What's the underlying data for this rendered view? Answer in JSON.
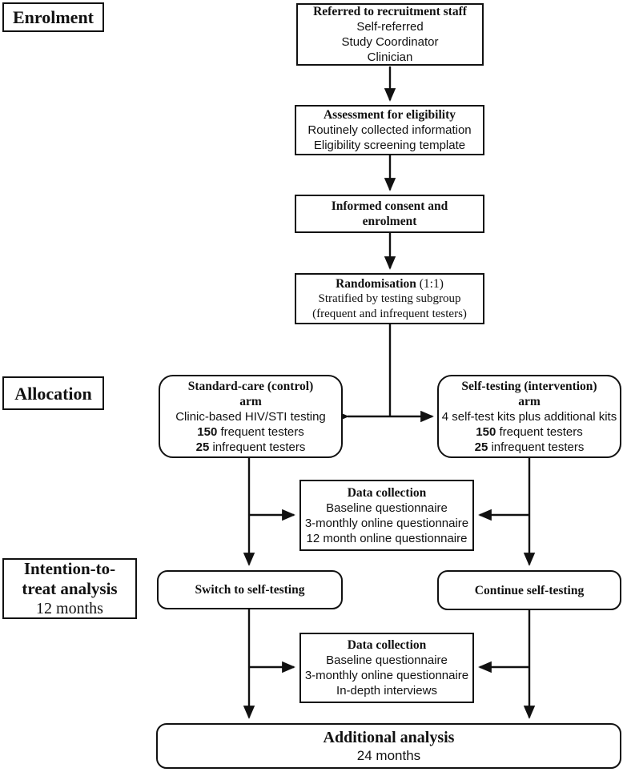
{
  "stage_labels": {
    "enrolment": "Enrolment",
    "allocation": "Allocation",
    "itt_line1": "Intention-to-",
    "itt_line2": "treat analysis",
    "itt_line3": "12 months"
  },
  "boxes": {
    "referred": {
      "title": "Referred to recruitment staff",
      "lines": [
        "Self-referred",
        "Study Coordinator",
        "Clinician"
      ]
    },
    "assessment": {
      "title": "Assessment for eligibility",
      "lines": [
        "Routinely collected information",
        "Eligibility screening template"
      ]
    },
    "consent": {
      "title": "Informed consent and enrolment"
    },
    "randomisation": {
      "title_bold": "Randomisation",
      "title_rest": " (1:1)",
      "lines": [
        "Stratified by testing subgroup",
        "(frequent and infrequent testers)"
      ]
    },
    "control_arm": {
      "title_line1": "Standard-care (control)",
      "title_line2": "arm",
      "line1": "Clinic-based HIV/STI testing",
      "count1_bold": "150",
      "count1_rest": " frequent testers",
      "count2_bold": "25",
      "count2_rest": " infrequent testers"
    },
    "intervention_arm": {
      "title_line1": "Self-testing (intervention)",
      "title_line2": "arm",
      "line1": "4 self-test kits plus additional kits",
      "count1_bold": "150",
      "count1_rest": " frequent testers",
      "count2_bold": "25",
      "count2_rest": " infrequent testers"
    },
    "data_collection_1": {
      "title": "Data collection",
      "lines": [
        "Baseline questionnaire",
        "3-monthly online questionnaire",
        "12 month online questionnaire"
      ]
    },
    "switch_box": {
      "title": "Switch to self-testing"
    },
    "continue_box": {
      "title": "Continue self-testing"
    },
    "data_collection_2": {
      "title": "Data collection",
      "lines": [
        "Baseline questionnaire",
        "3-monthly online questionnaire",
        "In-depth interviews"
      ]
    },
    "additional": {
      "title": "Additional analysis",
      "subtitle": "24 months"
    }
  },
  "colors": {
    "line": "#111111",
    "text": "#111111",
    "background": "#ffffff"
  }
}
